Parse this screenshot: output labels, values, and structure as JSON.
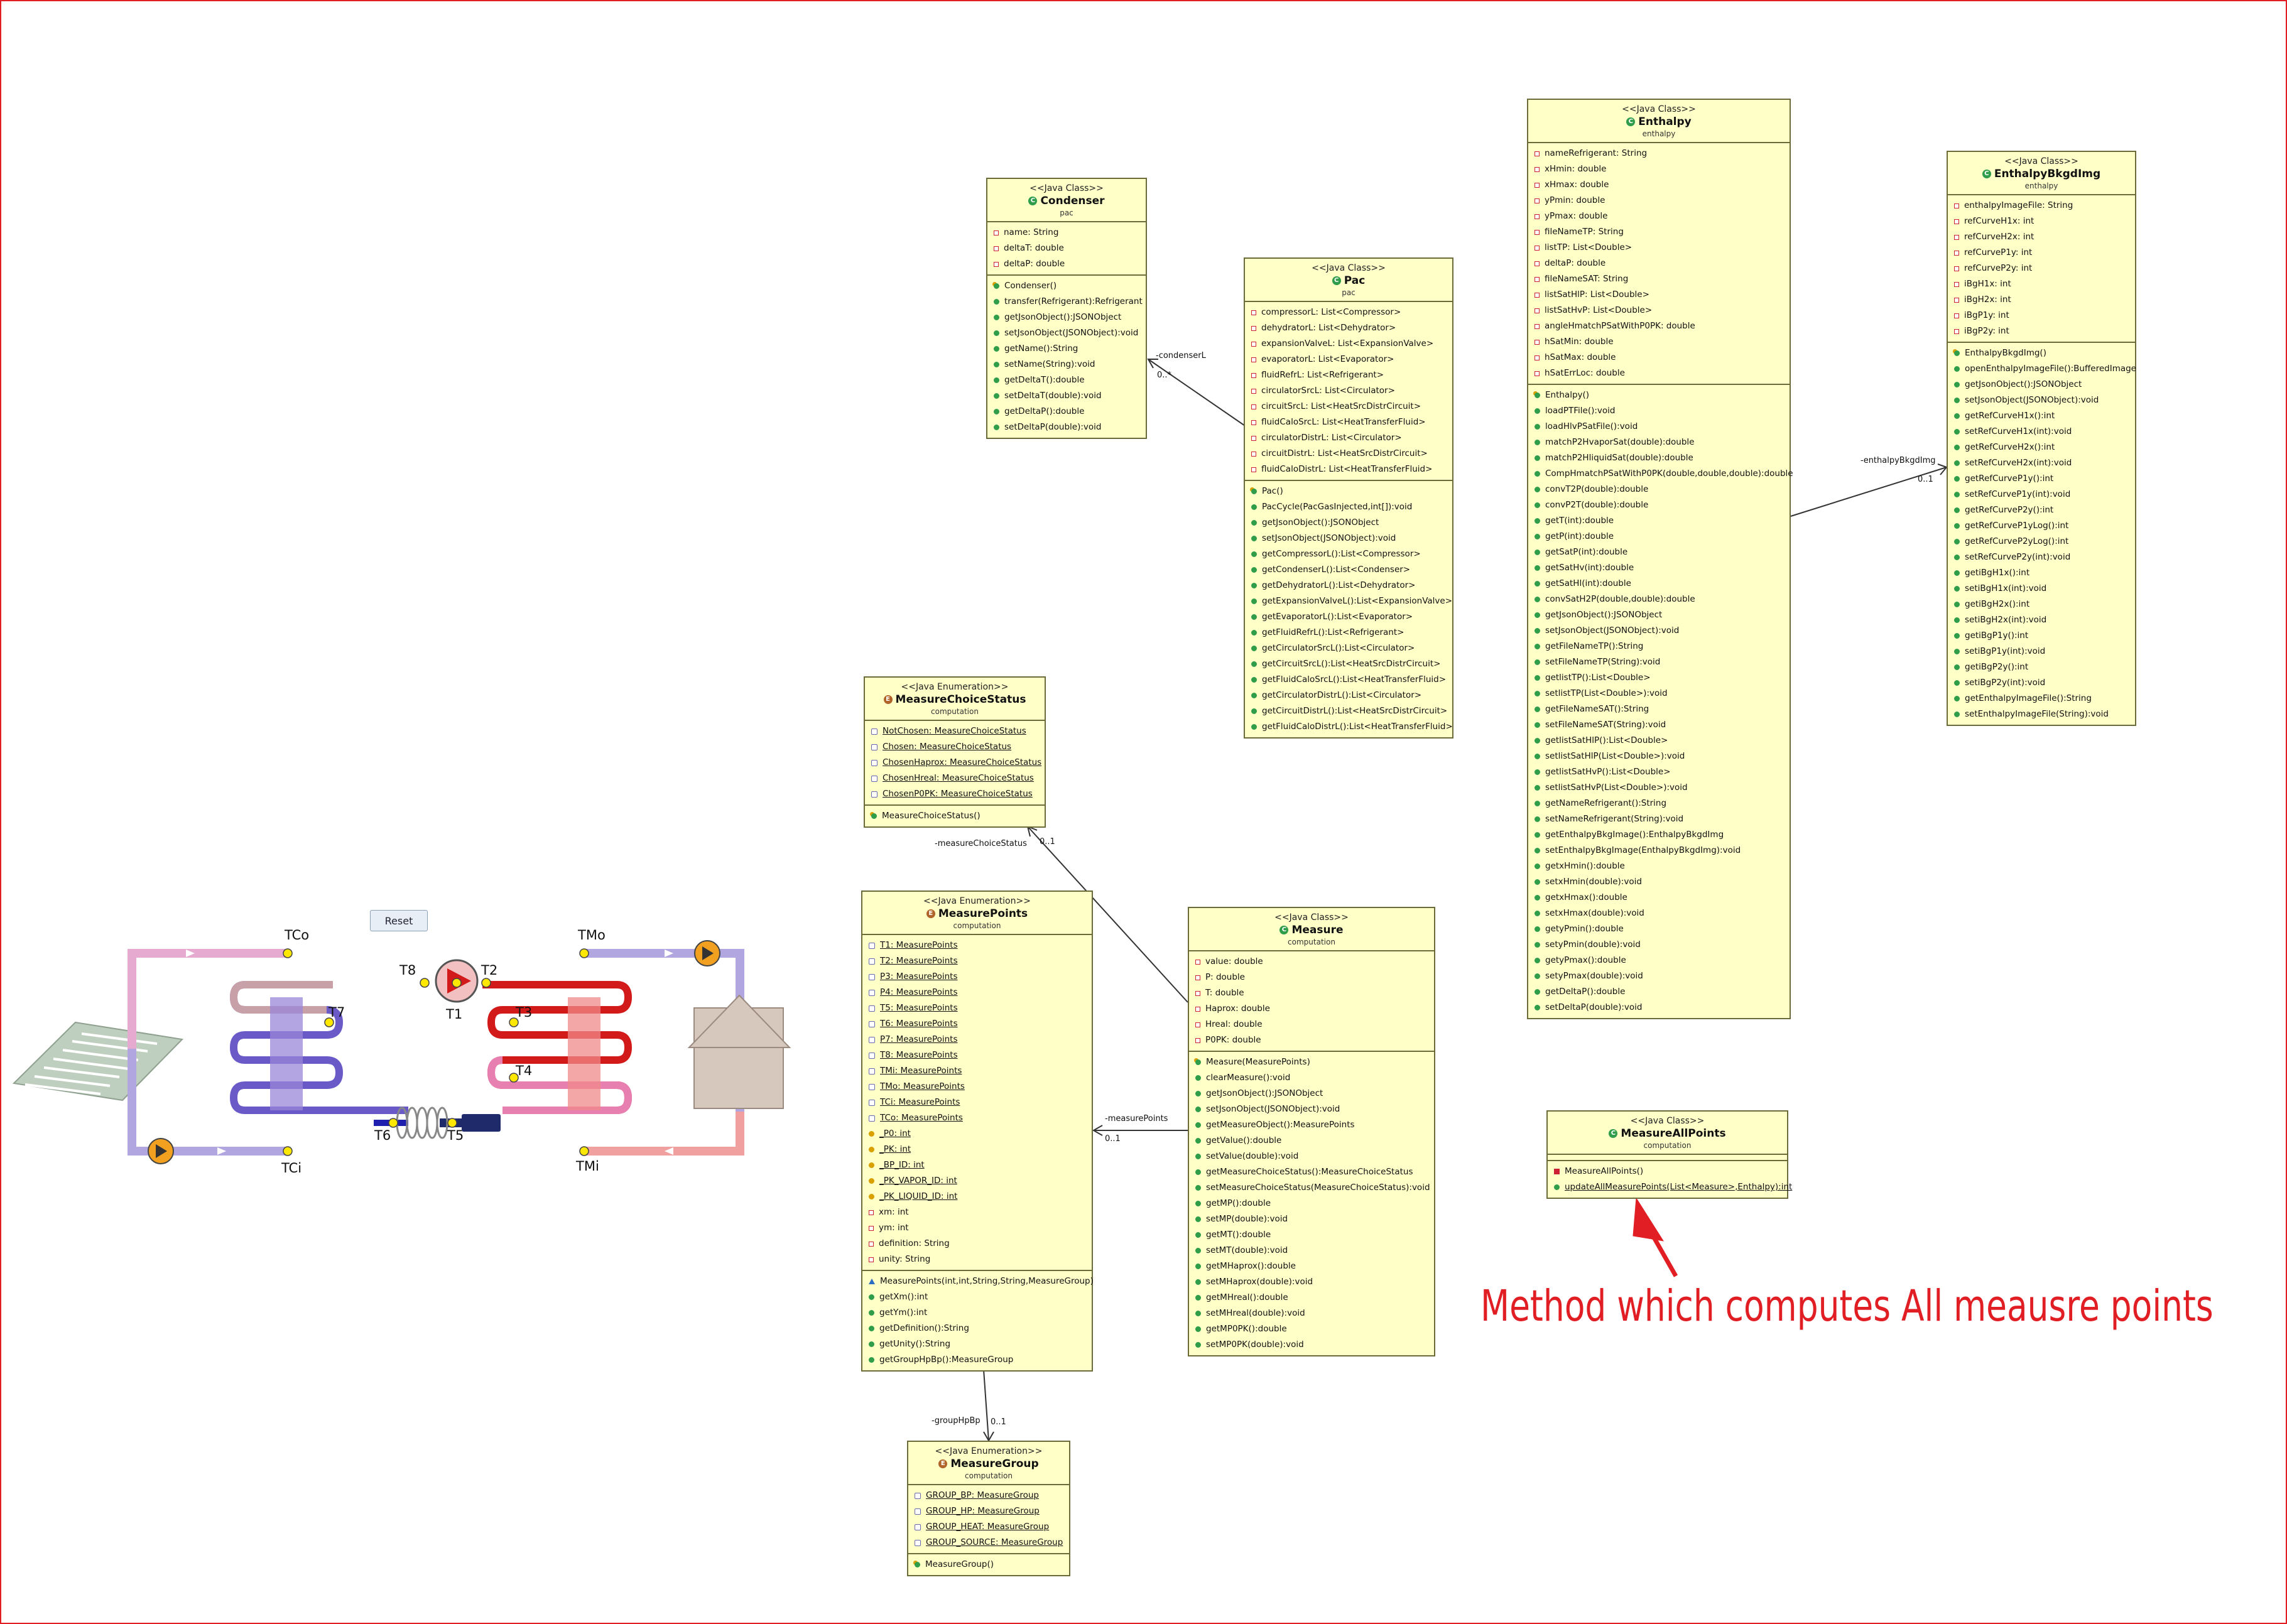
{
  "heatpump": {
    "reset_label": "Reset",
    "labels": {
      "tco": "TCo",
      "tci": "TCi",
      "tmo": "TMo",
      "tmi": "TMi",
      "t1": "T1",
      "t2": "T2",
      "t3": "T3",
      "t4": "T4",
      "t5": "T5",
      "t6": "T6",
      "t7": "T7",
      "t8": "T8"
    }
  },
  "classes": {
    "condenser": {
      "stereotype": "<<Java Class>>",
      "name": "Condenser",
      "package": "pac",
      "attributes": [
        "name: String",
        "deltaT: double",
        "deltaP: double"
      ],
      "methods": [
        "Condenser()",
        "transfer(Refrigerant):Refrigerant",
        "getJsonObject():JSONObject",
        "setJsonObject(JSONObject):void",
        "getName():String",
        "setName(String):void",
        "getDeltaT():double",
        "setDeltaT(double):void",
        "getDeltaP():double",
        "setDeltaP(double):void"
      ]
    },
    "pac": {
      "stereotype": "<<Java Class>>",
      "name": "Pac",
      "package": "pac",
      "attributes": [
        "compressorL: List<Compressor>",
        "dehydratorL: List<Dehydrator>",
        "expansionValveL: List<ExpansionValve>",
        "evaporatorL: List<Evaporator>",
        "fluidRefrL: List<Refrigerant>",
        "circulatorSrcL: List<Circulator>",
        "circuitSrcL: List<HeatSrcDistrCircuit>",
        "fluidCaloSrcL: List<HeatTransferFluid>",
        "circulatorDistrL: List<Circulator>",
        "circuitDistrL: List<HeatSrcDistrCircuit>",
        "fluidCaloDistrL: List<HeatTransferFluid>"
      ],
      "methods": [
        "Pac()",
        "PacCycle(PacGasInjected,int[]):void",
        "getJsonObject():JSONObject",
        "setJsonObject(JSONObject):void",
        "getCompressorL():List<Compressor>",
        "getCondenserL():List<Condenser>",
        "getDehydratorL():List<Dehydrator>",
        "getExpansionValveL():List<ExpansionValve>",
        "getEvaporatorL():List<Evaporator>",
        "getFluidRefrL():List<Refrigerant>",
        "getCirculatorSrcL():List<Circulator>",
        "getCircuitSrcL():List<HeatSrcDistrCircuit>",
        "getFluidCaloSrcL():List<HeatTransferFluid>",
        "getCirculatorDistrL():List<Circulator>",
        "getCircuitDistrL():List<HeatSrcDistrCircuit>",
        "getFluidCaloDistrL():List<HeatTransferFluid>"
      ]
    },
    "enthalpy": {
      "stereotype": "<<Java Class>>",
      "name": "Enthalpy",
      "package": "enthalpy",
      "attributes": [
        "nameRefrigerant: String",
        "xHmin: double",
        "xHmax: double",
        "yPmin: double",
        "yPmax: double",
        "fileNameTP: String",
        "listTP: List<Double>",
        "deltaP: double",
        "fileNameSAT: String",
        "listSatHlP: List<Double>",
        "listSatHvP: List<Double>",
        "angleHmatchPSatWithP0PK: double",
        "hSatMin: double",
        "hSatMax: double",
        "hSatErrLoc: double"
      ],
      "methods": [
        "Enthalpy()",
        "loadPTFile():void",
        "loadHlvPSatFile():void",
        "matchP2HvaporSat(double):double",
        "matchP2HliquidSat(double):double",
        "CompHmatchPSatWithP0PK(double,double,double):double",
        "convT2P(double):double",
        "convP2T(double):double",
        "getT(int):double",
        "getP(int):double",
        "getSatP(int):double",
        "getSatHv(int):double",
        "getSatHl(int):double",
        "convSatH2P(double,double):double",
        "getJsonObject():JSONObject",
        "setJsonObject(JSONObject):void",
        "getFileNameTP():String",
        "setFileNameTP(String):void",
        "getlistTP():List<Double>",
        "setlistTP(List<Double>):void",
        "getFileNameSAT():String",
        "setFileNameSAT(String):void",
        "getlistSatHlP():List<Double>",
        "setlistSatHlP(List<Double>):void",
        "getlistSatHvP():List<Double>",
        "setlistSatHvP(List<Double>):void",
        "getNameRefrigerant():String",
        "setNameRefrigerant(String):void",
        "getEnthalpyBkgImage():EnthalpyBkgdImg",
        "setEnthalpyBkgImage(EnthalpyBkgdImg):void",
        "getxHmin():double",
        "setxHmin(double):void",
        "getxHmax():double",
        "setxHmax(double):void",
        "getyPmin():double",
        "setyPmin(double):void",
        "getyPmax():double",
        "setyPmax(double):void",
        "getDeltaP():double",
        "setDeltaP(double):void"
      ]
    },
    "enthalpyBkgdImg": {
      "stereotype": "<<Java Class>>",
      "name": "EnthalpyBkgdImg",
      "package": "enthalpy",
      "attributes": [
        "enthalpyImageFile: String",
        "refCurveH1x: int",
        "refCurveH2x: int",
        "refCurveP1y: int",
        "refCurveP2y: int",
        "iBgH1x: int",
        "iBgH2x: int",
        "iBgP1y: int",
        "iBgP2y: int"
      ],
      "methods": [
        "EnthalpyBkgdImg()",
        "openEnthalpyImageFile():BufferedImage",
        "getJsonObject():JSONObject",
        "setJsonObject(JSONObject):void",
        "getRefCurveH1x():int",
        "setRefCurveH1x(int):void",
        "getRefCurveH2x():int",
        "setRefCurveH2x(int):void",
        "getRefCurveP1y():int",
        "setRefCurveP1y(int):void",
        "getRefCurveP2y():int",
        "getRefCurveP1yLog():int",
        "getRefCurveP2yLog():int",
        "setRefCurveP2y(int):void",
        "getiBgH1x():int",
        "setiBgH1x(int):void",
        "getiBgH2x():int",
        "setiBgH2x(int):void",
        "getiBgP1y():int",
        "setiBgP1y(int):void",
        "getiBgP2y():int",
        "setiBgP2y(int):void",
        "getEnthalpyImageFile():String",
        "setEnthalpyImageFile(String):void"
      ]
    },
    "measureChoiceStatus": {
      "stereotype": "<<Java Enumeration>>",
      "name": "MeasureChoiceStatus",
      "package": "computation",
      "attributes": [
        "NotChosen: MeasureChoiceStatus",
        "Chosen: MeasureChoiceStatus",
        "ChosenHaprox: MeasureChoiceStatus",
        "ChosenHreal: MeasureChoiceStatus",
        "ChosenP0PK: MeasureChoiceStatus"
      ],
      "methods": [
        "MeasureChoiceStatus()"
      ]
    },
    "measurePoints": {
      "stereotype": "<<Java Enumeration>>",
      "name": "MeasurePoints",
      "package": "computation",
      "attributes": [
        "T1: MeasurePoints",
        "T2: MeasurePoints",
        "P3: MeasurePoints",
        "P4: MeasurePoints",
        "T5: MeasurePoints",
        "T6: MeasurePoints",
        "P7: MeasurePoints",
        "T8: MeasurePoints",
        "TMi: MeasurePoints",
        "TMo: MeasurePoints",
        "TCi: MeasurePoints",
        "TCo: MeasurePoints",
        "_P0: int",
        "_PK: int",
        "_BP_ID: int",
        "_PK_VAPOR_ID: int",
        "_PK_LIQUID_ID: int",
        "xm: int",
        "ym: int",
        "definition: String",
        "unity: String"
      ],
      "methods": [
        "MeasurePoints(int,int,String,String,MeasureGroup)",
        "getXm():int",
        "getYm():int",
        "getDefinition():String",
        "getUnity():String",
        "getGroupHpBp():MeasureGroup"
      ]
    },
    "measure": {
      "stereotype": "<<Java Class>>",
      "name": "Measure",
      "package": "computation",
      "attributes": [
        "value: double",
        "P: double",
        "T: double",
        "Haprox: double",
        "Hreal: double",
        "P0PK: double"
      ],
      "methods": [
        "Measure(MeasurePoints)",
        "clearMeasure():void",
        "getJsonObject():JSONObject",
        "setJsonObject(JSONObject):void",
        "getMeasureObject():MeasurePoints",
        "getValue():double",
        "setValue(double):void",
        "getMeasureChoiceStatus():MeasureChoiceStatus",
        "setMeasureChoiceStatus(MeasureChoiceStatus):void",
        "getMP():double",
        "setMP(double):void",
        "getMT():double",
        "setMT(double):void",
        "getMHaprox():double",
        "setMHaprox(double):void",
        "getMHreal():double",
        "setMHreal(double):void",
        "getMP0PK():double",
        "setMP0PK(double):void"
      ]
    },
    "measureAllPoints": {
      "stereotype": "<<Java Class>>",
      "name": "MeasureAllPoints",
      "package": "computation",
      "attributes": [],
      "methods": [
        "MeasureAllPoints()",
        "updateAllMeasurePoints(List<Measure>,Enthalpy):int"
      ]
    },
    "measureGroup": {
      "stereotype": "<<Java Enumeration>>",
      "name": "MeasureGroup",
      "package": "computation",
      "attributes": [
        "GROUP_BP: MeasureGroup",
        "GROUP_HP: MeasureGroup",
        "GROUP_HEAT: MeasureGroup",
        "GROUP_SOURCE: MeasureGroup"
      ],
      "methods": [
        "MeasureGroup()"
      ]
    }
  },
  "associations": {
    "condenserL": {
      "role": "-condenserL",
      "mult": "0..*"
    },
    "enthalpyBkgdImg": {
      "role": "-enthalpyBkgdImg",
      "mult": "0..1"
    },
    "measureChoiceStatus": {
      "role": "-measureChoiceStatus",
      "mult": "0..1"
    },
    "measurePoints": {
      "role": "-measurePoints",
      "mult": "0..1"
    },
    "groupHpBp": {
      "role": "-groupHpBp",
      "mult": "0..1"
    }
  },
  "annotation": {
    "text": "Method which computes All meausre points",
    "color": "#e01e24"
  },
  "colors": {
    "class_fill": "#ffffc8",
    "class_border": "#6b6b3a",
    "accent_red": "#e01e24"
  }
}
